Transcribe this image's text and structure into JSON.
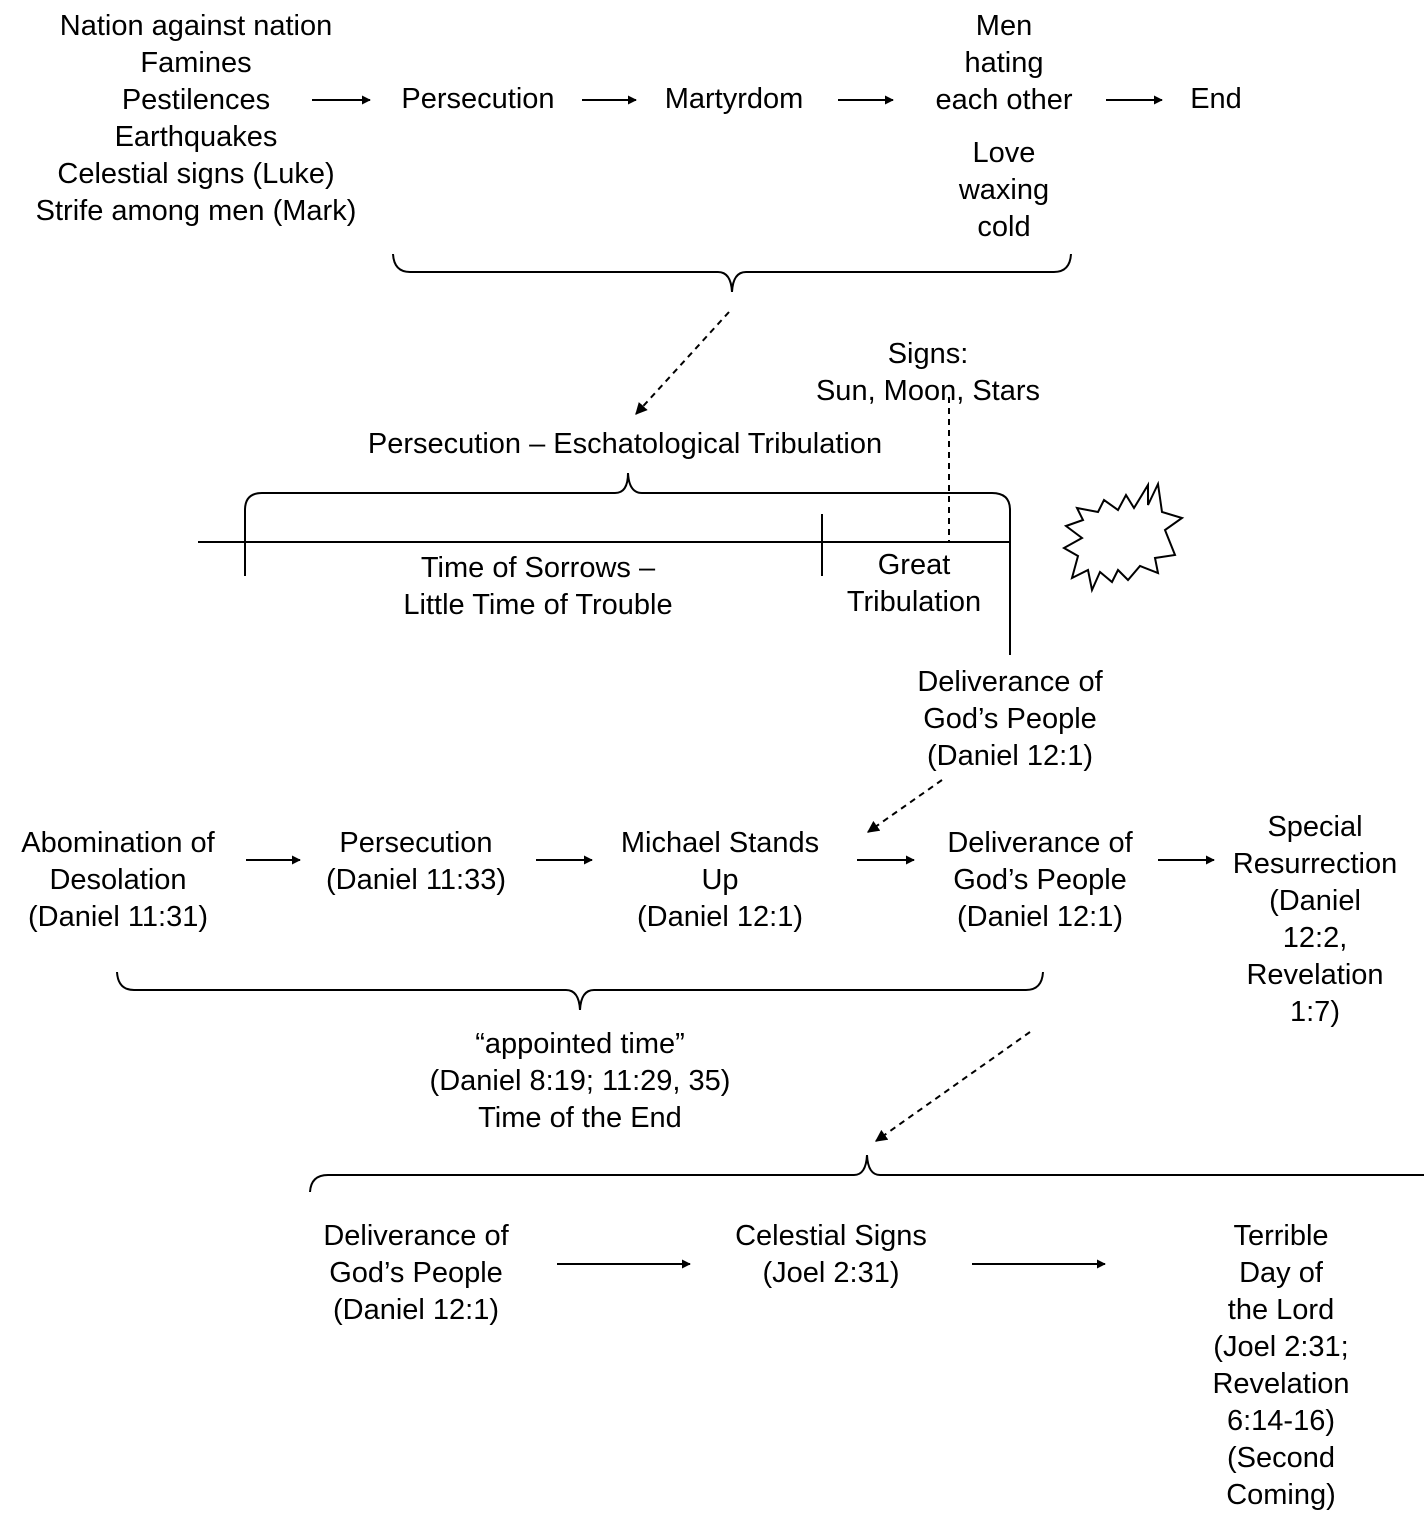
{
  "top_row": {
    "signs_list": "Nation against nation\nFamines\nPestilences\nEarthquakes\nCelestial signs (Luke)\nStrife among men (Mark)",
    "persecution": "Persecution",
    "martyrdom": "Martyrdom",
    "men_hating": "Men\nhating\neach other",
    "love_cold": "Love\nwaxing\ncold",
    "end": "End"
  },
  "timeline": {
    "signs_label": "Signs:\nSun, Moon, Stars",
    "tribulation_label": "Persecution – Eschatological Tribulation",
    "sorrows_label": "Time of Sorrows –\nLittle Time of Trouble",
    "great_tribulation": "Great\nTribulation",
    "deliverance": "Deliverance of\nGod’s People\n(Daniel 12:1)"
  },
  "daniel_row": {
    "abomination": "Abomination of\nDesolation\n(Daniel 11:31)",
    "persecution": "Persecution\n(Daniel 11:33)",
    "michael": "Michael Stands\nUp\n(Daniel 12:1)",
    "deliverance": "Deliverance of\nGod’s People\n(Daniel 12:1)",
    "resurrection": "Special\nResurrection\n(Daniel 12:2,\nRevelation\n1:7)",
    "appointed_time": "“appointed time”\n(Daniel 8:19; 11:29, 35)\nTime of the End"
  },
  "joel_row": {
    "deliverance": "Deliverance of\nGod’s People\n(Daniel 12:1)",
    "celestial": "Celestial Signs\n(Joel 2:31)",
    "terrible_day": "Terrible Day of\nthe Lord\n(Joel 2:31;\nRevelation 6:14-16)\n(Second Coming)"
  }
}
